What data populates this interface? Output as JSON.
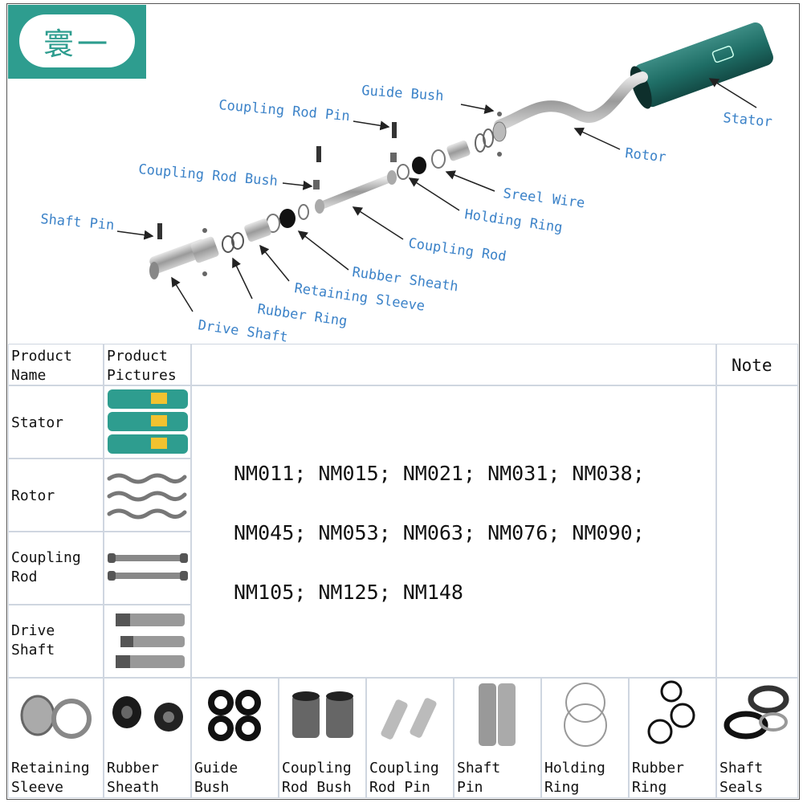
{
  "logo": {
    "text": "寰一"
  },
  "diagram": {
    "labels": {
      "guide_bush": "Guide Bush",
      "coupling_rod_pin": "Coupling Rod Pin",
      "stator": "Stator",
      "rotor": "Rotor",
      "coupling_rod_bush": "Coupling Rod Bush",
      "steel_wire": "Sreel Wire",
      "holding_ring": "Holding Ring",
      "shaft_pin": "Shaft Pin",
      "coupling_rod": "Coupling Rod",
      "rubber_sheath": "Rubber Sheath",
      "retaining_sleeve": "Retaining Sleeve",
      "rubber_ring": "Rubber Ring",
      "drive_shaft": "Drive Shaft"
    }
  },
  "table": {
    "header": {
      "name": "Product\nName",
      "pictures": "Product\nPictures",
      "note": "Note"
    },
    "rows": [
      {
        "name": "Stator"
      },
      {
        "name": "Rotor"
      },
      {
        "name": "Coupling\nRod"
      },
      {
        "name": "Drive\nShaft"
      }
    ],
    "models": [
      "NM011; NM015; NM021; NM031; NM038;",
      "NM045; NM053; NM063; NM076; NM090;",
      "NM105; NM125; NM148"
    ]
  },
  "parts": [
    {
      "label": "Retaining\nSleeve"
    },
    {
      "label": "Rubber\nSheath"
    },
    {
      "label": "Guide\nBush"
    },
    {
      "label": "Coupling\nRod Bush"
    },
    {
      "label": "Coupling\nRod Pin"
    },
    {
      "label": "Shaft\nPin"
    },
    {
      "label": "Holding\nRing"
    },
    {
      "label": "Rubber\nRing"
    },
    {
      "label": "Shaft\nSeals"
    }
  ],
  "colors": {
    "teal": "#2e9d8f",
    "label_blue": "#3b82c8",
    "stator_green": "#1f6e66"
  }
}
